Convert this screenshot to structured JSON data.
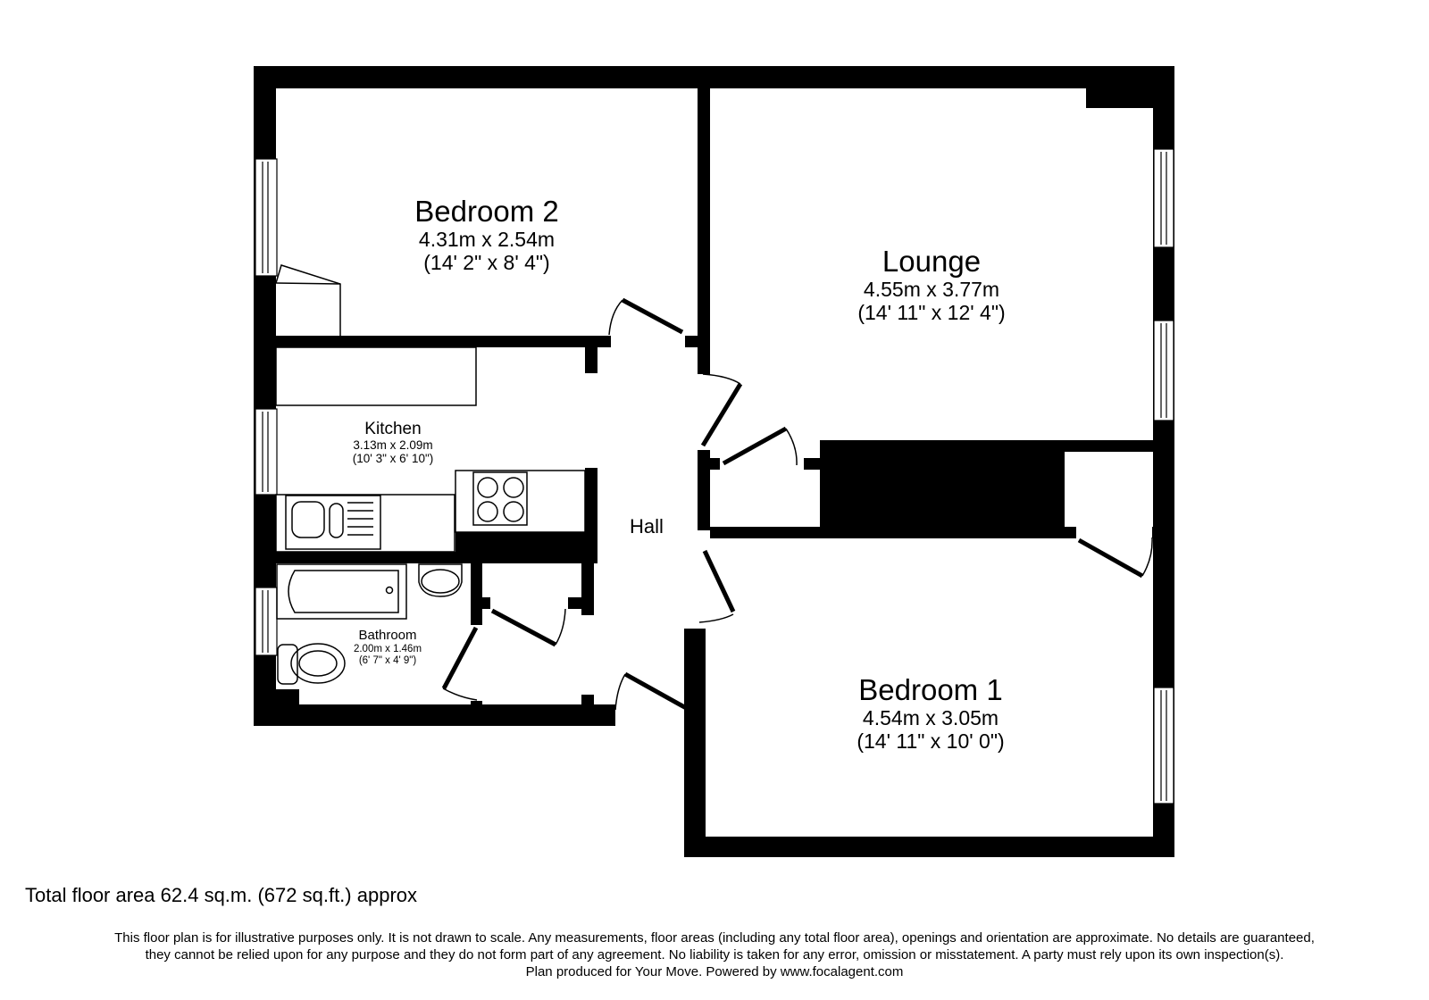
{
  "rooms": {
    "bedroom2": {
      "name": "Bedroom 2",
      "metric": "4.31m x 2.54m",
      "imperial": "(14' 2\" x 8' 4\")"
    },
    "lounge": {
      "name": "Lounge",
      "metric": "4.55m x 3.77m",
      "imperial": "(14' 11\" x 12' 4\")"
    },
    "kitchen": {
      "name": "Kitchen",
      "metric": "3.13m x 2.09m",
      "imperial": "(10' 3\" x 6' 10\")"
    },
    "hall": {
      "name": "Hall"
    },
    "bathroom": {
      "name": "Bathroom",
      "metric": "2.00m x 1.46m",
      "imperial": "(6' 7\" x 4' 9\")"
    },
    "bedroom1": {
      "name": "Bedroom 1",
      "metric": "4.54m x 3.05m",
      "imperial": "(14' 11\" x 10' 0\")"
    }
  },
  "footer": {
    "total_area": "Total floor area 62.4 sq.m. (672 sq.ft.) approx",
    "disclaimer_line1": "This floor plan is for illustrative purposes only. It is not drawn to scale. Any measurements, floor areas (including any total floor area), openings and orientation are approximate. No details are guaranteed,",
    "disclaimer_line2": "they cannot be relied upon for any purpose and they do not form part of any agreement. No liability is taken for any error, omission or misstatement. A party must rely upon its own inspection(s).",
    "disclaimer_line3": "Plan produced for Your Move. Powered by www.focalagent.com"
  },
  "colors": {
    "wall": "#000000",
    "background": "#ffffff",
    "fixture_stroke": "#000000"
  }
}
